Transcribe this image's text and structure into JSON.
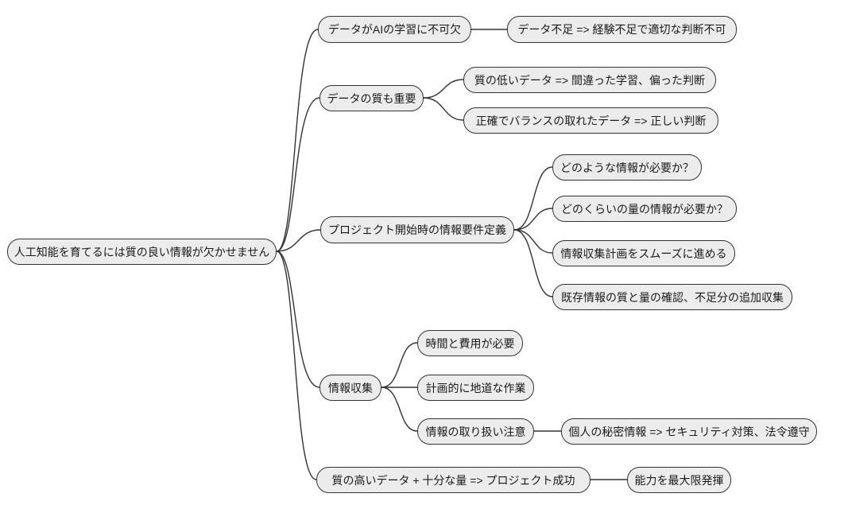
{
  "diagram": {
    "type": "mindmap",
    "colors": {
      "node_fill": "#ececec",
      "node_border": "#333333",
      "line": "#333333",
      "text": "#1a1a1a",
      "background": "#ffffff"
    },
    "root": {
      "label": "人工知能を育てるには質の良い情報が欠かせません"
    },
    "branches": [
      {
        "label": "データがAIの学習に不可欠",
        "children": [
          {
            "label": "データ不足 => 経験不足で適切な判断不可"
          }
        ]
      },
      {
        "label": "データの質も重要",
        "children": [
          {
            "label": "質の低いデータ => 間違った学習、偏った判断"
          },
          {
            "label": "正確でバランスの取れたデータ => 正しい判断"
          }
        ]
      },
      {
        "label": "プロジェクト開始時の情報要件定義",
        "children": [
          {
            "label": "どのような情報が必要か？"
          },
          {
            "label": "どのくらいの量の情報が必要か？"
          },
          {
            "label": "情報収集計画をスムーズに進める"
          },
          {
            "label": "既存情報の質と量の確認、不足分の追加収集"
          }
        ]
      },
      {
        "label": "情報収集",
        "children": [
          {
            "label": "時間と費用が必要"
          },
          {
            "label": "計画的に地道な作業"
          },
          {
            "label": "情報の取り扱い注意",
            "children": [
              {
                "label": "個人の秘密情報 => セキュリティ対策、法令遵守"
              }
            ]
          }
        ]
      },
      {
        "label": "質の高いデータ + 十分な量 => プロジェクト成功",
        "children": [
          {
            "label": "能力を最大限発揮"
          }
        ]
      }
    ]
  }
}
